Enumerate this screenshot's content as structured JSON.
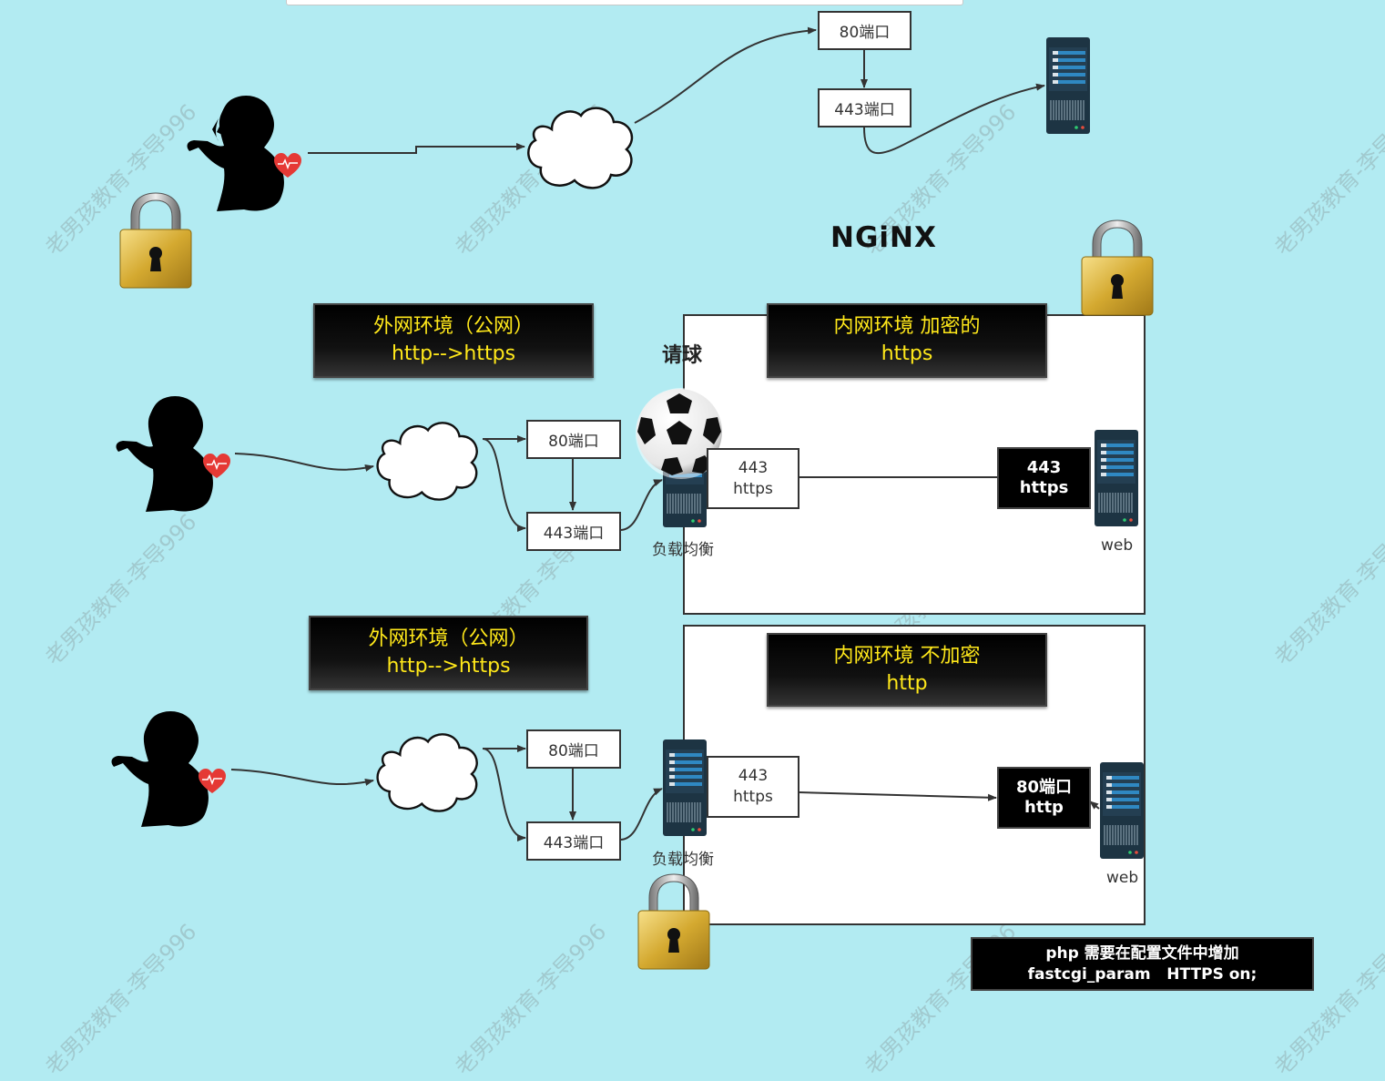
{
  "title_logo": "NGiNX",
  "top_flow": {
    "port_80": "80端口",
    "port_443": "443端口"
  },
  "middle_flow": {
    "outer_env": {
      "line1": "外网环境（公网）",
      "line2": "http-->https"
    },
    "inner_env": {
      "line1": "内网环境  加密的",
      "line2": "https"
    },
    "ball_label": "请球",
    "port_80": "80端口",
    "port_443": "443端口",
    "lb_box": {
      "line1": "443",
      "line2": "https"
    },
    "lb_label": "负载均衡",
    "web_box": {
      "line1": "443",
      "line2": "https"
    },
    "web_label": "web"
  },
  "bottom_flow": {
    "outer_env": {
      "line1": "外网环境（公网）",
      "line2": "http-->https"
    },
    "inner_env": {
      "line1": "内网环境 不加密",
      "line2": "http"
    },
    "port_80": "80端口",
    "port_443": "443端口",
    "lb_box": {
      "line1": "443",
      "line2": "https"
    },
    "lb_label": "负载均衡",
    "web_box": {
      "line1": "80端口",
      "line2": "http"
    },
    "web_label": "web"
  },
  "note": {
    "line1": "php 需要在配置文件中增加",
    "line2": "fastcgi_param   HTTPS on;"
  },
  "watermark": "老男孩教育-李导996",
  "icons": {
    "user": "woman-silhouette-icon",
    "heart": "heart-icon",
    "lock": "padlock-icon",
    "cloud": "cloud-icon",
    "server": "server-icon",
    "ball": "soccer-ball-icon"
  },
  "colors": {
    "background": "#b2ebf2",
    "accent_text": "#ffe81a",
    "line": "#333333"
  }
}
